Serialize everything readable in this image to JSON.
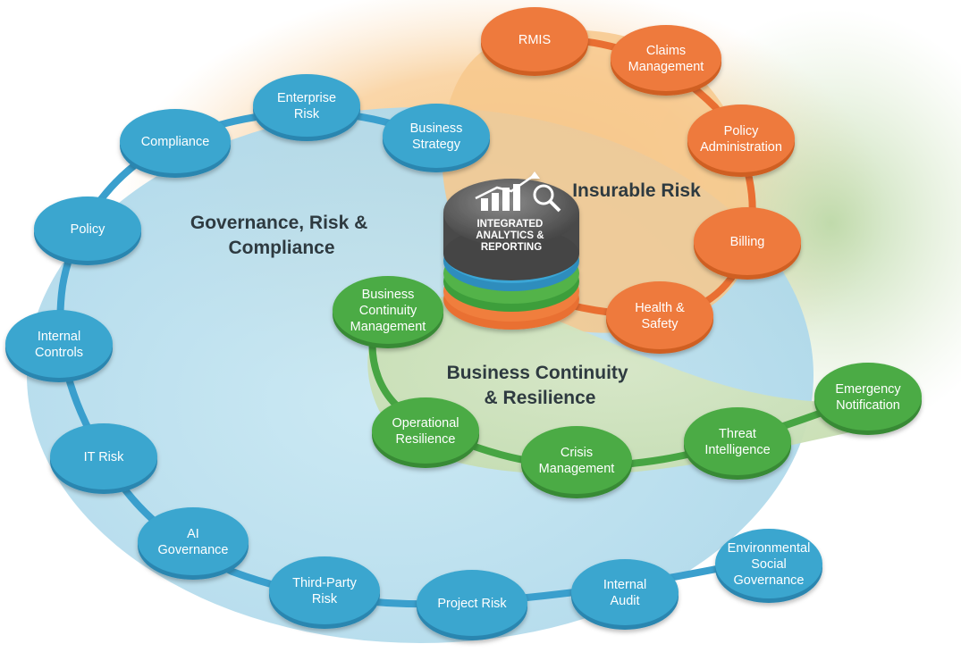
{
  "colors": {
    "blue": "#3aa6cf",
    "orange": "#ee7a3c",
    "green": "#4bab45",
    "blue_region": "#bfe3f0",
    "orange_region": "#f7c88c",
    "green_region": "#cfe3bf"
  },
  "regions": {
    "grc": [
      "Governance, Risk &",
      "Compliance"
    ],
    "insurable": [
      "Insurable Risk"
    ],
    "bcr": [
      "Business Continuity",
      "& Resilience"
    ]
  },
  "hub": {
    "label": [
      "INTEGRATED",
      "ANALYTICS &",
      "REPORTING"
    ],
    "icon": "bar-chart-magnifier-icon"
  },
  "nodes": {
    "blue": [
      {
        "id": "enterprise-risk",
        "label": [
          "Enterprise",
          "Risk"
        ]
      },
      {
        "id": "business-strategy",
        "label": [
          "Business",
          "Strategy"
        ]
      },
      {
        "id": "compliance",
        "label": [
          "Compliance"
        ]
      },
      {
        "id": "policy",
        "label": [
          "Policy"
        ]
      },
      {
        "id": "internal-controls",
        "label": [
          "Internal",
          "Controls"
        ]
      },
      {
        "id": "it-risk",
        "label": [
          "IT Risk"
        ]
      },
      {
        "id": "ai-governance",
        "label": [
          "AI",
          "Governance"
        ]
      },
      {
        "id": "third-party-risk",
        "label": [
          "Third-Party",
          "Risk"
        ]
      },
      {
        "id": "project-risk",
        "label": [
          "Project Risk"
        ]
      },
      {
        "id": "internal-audit",
        "label": [
          "Internal",
          "Audit"
        ]
      },
      {
        "id": "esg",
        "label": [
          "Environmental",
          "Social",
          "Governance"
        ]
      }
    ],
    "orange": [
      {
        "id": "rmis",
        "label": [
          "RMIS"
        ]
      },
      {
        "id": "claims-management",
        "label": [
          "Claims",
          "Management"
        ]
      },
      {
        "id": "policy-administration",
        "label": [
          "Policy",
          "Administration"
        ]
      },
      {
        "id": "billing",
        "label": [
          "Billing"
        ]
      },
      {
        "id": "health-safety",
        "label": [
          "Health &",
          "Safety"
        ]
      }
    ],
    "green": [
      {
        "id": "bcm",
        "label": [
          "Business",
          "Continuity",
          "Management"
        ]
      },
      {
        "id": "operational-resilience",
        "label": [
          "Operational",
          "Resilience"
        ]
      },
      {
        "id": "crisis-management",
        "label": [
          "Crisis",
          "Management"
        ]
      },
      {
        "id": "threat-intelligence",
        "label": [
          "Threat",
          "Intelligence"
        ]
      },
      {
        "id": "emergency-notification",
        "label": [
          "Emergency",
          "Notification"
        ]
      }
    ]
  }
}
